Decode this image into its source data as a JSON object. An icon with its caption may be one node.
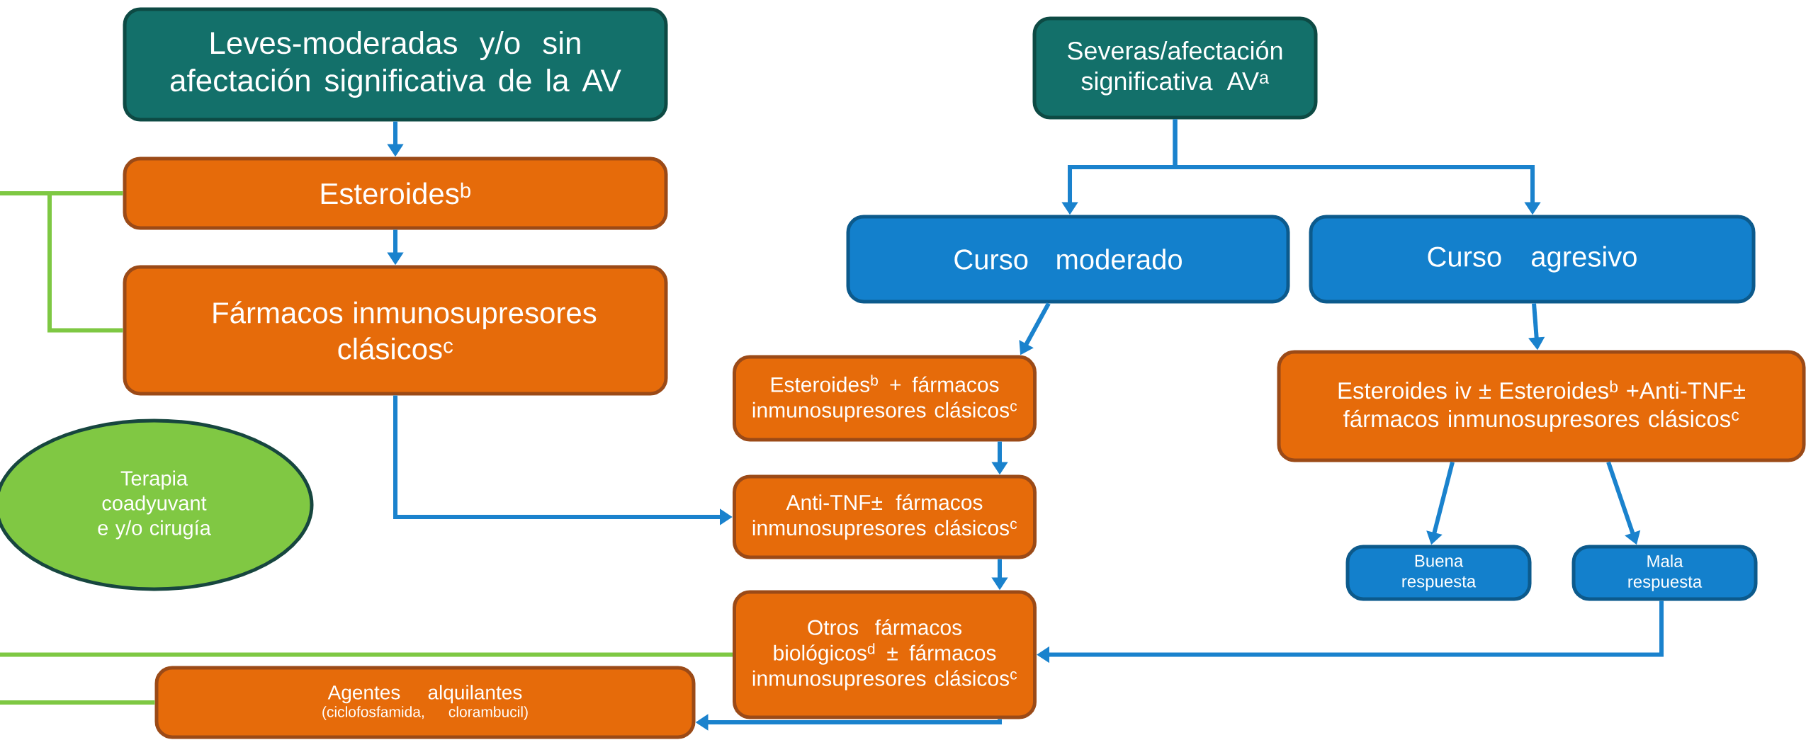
{
  "diagram": {
    "nodes": [
      {
        "text": [
          "Leves-moderadas y/o sin afectación significativa de la AV"
        ]
      },
      {
        "text": [
          "Esteroides$^{b}$"
        ]
      },
      {
        "text": [
          "Fármacos inmunosupresores clásicos$^{c}$"
        ]
      },
      {
        "text": [
          "Terapia coadyuvant e y/o cirugía"
        ]
      },
      {
        "text": [
          "Severas/afectación significativa AV$^{a}$"
        ]
      },
      {
        "text": [
          "Curso moderado"
        ]
      },
      {
        "text": [
          "Curso agresivo"
        ]
      },
      {
        "text": [
          "Esteroides$^{b}$ + fármacos inmunosupresores clásicos$^{c}$"
        ]
      },
      {
        "text": [
          "Esteroides iv ± Esteroides$^{b}$ +Anti-TNF± fármacos inmunosupresores clásicos$^{c}$"
        ]
      },
      {
        "text": [
          "Anti-TNF± fármacos inmunosupresores clásicos$^{c}$"
        ]
      },
      {
        "text": [
          "Buena respuesta"
        ]
      },
      {
        "text": [
          "Mala respuesta"
        ]
      },
      {
        "text": [
          "Otros fármacos biológicos$^{d}$ ± fármacos inmunosupresores clásicos$^{c}$"
        ]
      },
      {
        "text": [
          "Agentes alquilantes",
          "(ciclofosfamida, clorambucil)"
        ]
      }
    ],
    "edges": [
      {
        "from": null,
        "to": 1,
        "arrow": "none",
        "color": "#7ec843"
      },
      {
        "from": null,
        "to": 2,
        "arrow": "none",
        "color": "#7ec843"
      },
      {
        "from": null,
        "to": 12,
        "arrow": "none",
        "color": "#7ec843"
      },
      {
        "from": null,
        "to": 13,
        "arrow": "none",
        "color": "#7ec843"
      },
      {
        "from": 0,
        "to": 1,
        "arrow": "to"
      },
      {
        "from": 1,
        "to": 2,
        "arrow": "to"
      },
      {
        "from": 2,
        "to": 9,
        "arrow": "to"
      },
      {
        "from": 4,
        "to": 5,
        "arrow": "to"
      },
      {
        "from": 4,
        "to": 6,
        "arrow": "to"
      },
      {
        "from": 5,
        "to": 7,
        "arrow": "to"
      },
      {
        "from": 6,
        "to": 8,
        "arrow": "to"
      },
      {
        "from": 7,
        "to": 9,
        "arrow": "to"
      },
      {
        "from": 9,
        "to": 12,
        "arrow": "to"
      },
      {
        "from": 8,
        "to": 10,
        "arrow": "to"
      },
      {
        "from": 8,
        "to": 11,
        "arrow": "to"
      },
      {
        "from": 11,
        "to": 12,
        "arrow": "to"
      },
      {
        "from": 12,
        "to": 13,
        "arrow": "to"
      }
    ]
  }
}
